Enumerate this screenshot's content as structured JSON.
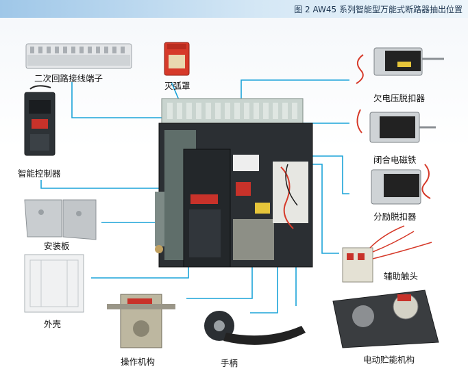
{
  "figure": {
    "caption": "图 2  AW45 系列智能型万能式断路器抽出位置"
  },
  "components": [
    {
      "id": "terminal",
      "label": "二次回路接线端子"
    },
    {
      "id": "arc",
      "label": "灭弧罩"
    },
    {
      "id": "undervoltage",
      "label": "欠电压脱扣器"
    },
    {
      "id": "closing",
      "label": "闭合电磁铁"
    },
    {
      "id": "controller",
      "label": "智能控制器"
    },
    {
      "id": "shunt",
      "label": "分励脱扣器"
    },
    {
      "id": "plate",
      "label": "安装板"
    },
    {
      "id": "aux",
      "label": "辅助触头"
    },
    {
      "id": "shell",
      "label": "外壳"
    },
    {
      "id": "operating",
      "label": "操作机构"
    },
    {
      "id": "handle",
      "label": "手柄"
    },
    {
      "id": "motor",
      "label": "电动贮能机构"
    }
  ],
  "colors": {
    "leader": "#1aa3d9",
    "header": "#9fc7e8",
    "breaker_body": "#2b2f33",
    "red_part": "#d63a2a"
  }
}
